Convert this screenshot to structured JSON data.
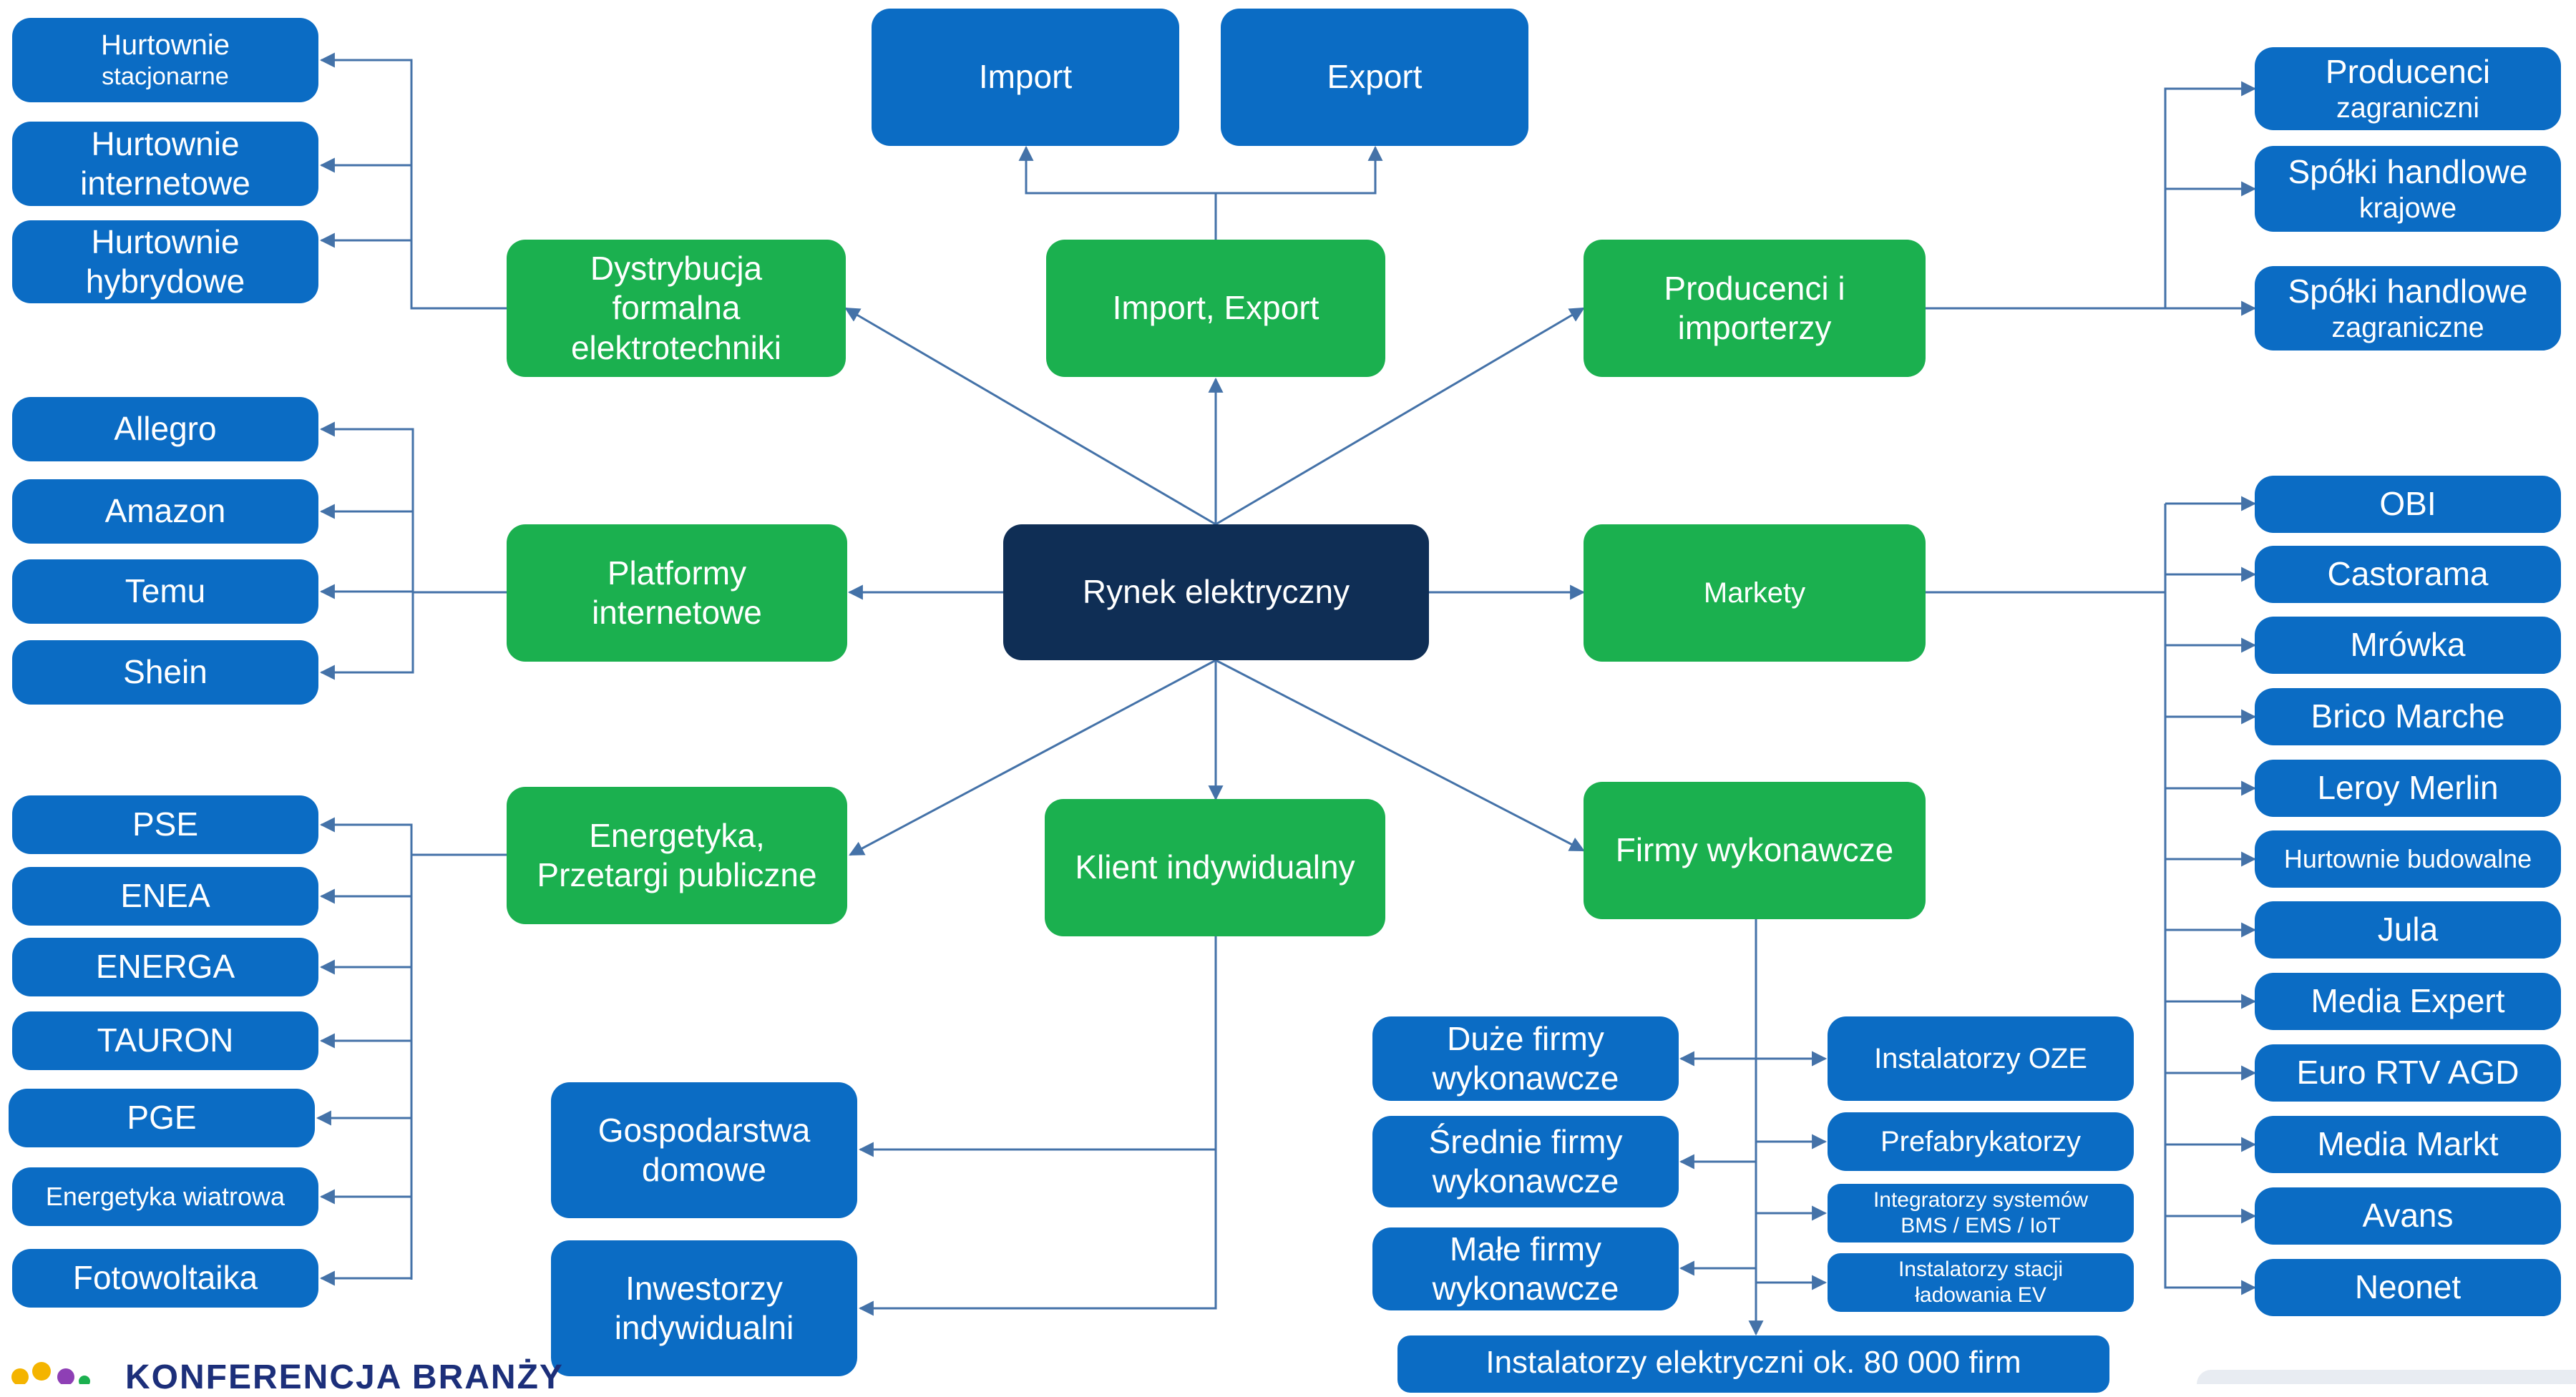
{
  "center": "Rynek elektryczny",
  "hubs": {
    "dystrybucja": [
      "Dystrybucja",
      "formalna",
      "elektrotechniki"
    ],
    "import_export": "Import, Export",
    "producenci": [
      "Producenci i",
      "importerzy"
    ],
    "platformy": [
      "Platformy",
      "internetowe"
    ],
    "markety": "Markety",
    "energetyka": [
      "Energetyka,",
      "Przetargi publiczne"
    ],
    "klient": "Klient indywidualny",
    "firmy": "Firmy wykonawcze"
  },
  "import_export_children": [
    "Import",
    "Export"
  ],
  "hurtownie": [
    [
      "Hurtownie",
      "stacjonarne"
    ],
    [
      "Hurtownie",
      "internetowe"
    ],
    [
      "Hurtownie",
      "hybrydowe"
    ]
  ],
  "producenci_children": [
    [
      "Producenci",
      "zagraniczni"
    ],
    [
      "Spółki handlowe",
      "krajowe"
    ],
    [
      "Spółki handlowe",
      "zagraniczne"
    ]
  ],
  "platforms": [
    "Allegro",
    "Amazon",
    "Temu",
    "Shein"
  ],
  "markets": [
    "OBI",
    "Castorama",
    "Mrówka",
    "Brico Marche",
    "Leroy Merlin",
    "Hurtownie budowalne",
    "Jula",
    "Media Expert",
    "Euro RTV AGD",
    "Media Markt",
    "Avans",
    "Neonet"
  ],
  "energy": [
    "PSE",
    "ENEA",
    "ENERGA",
    "TAURON",
    "PGE",
    "Energetyka wiatrowa",
    "Fotowoltaika"
  ],
  "klient_children": [
    [
      "Gospodarstwa",
      "domowe"
    ],
    [
      "Inwestorzy",
      "indywidualni"
    ]
  ],
  "firmy_left": [
    [
      "Duże firmy",
      "wykonawcze"
    ],
    [
      "Średnie firmy",
      "wykonawcze"
    ],
    [
      "Małe firmy",
      "wykonawcze"
    ]
  ],
  "firmy_right": [
    [
      "Instalatorzy OZE"
    ],
    [
      "Prefabrykatorzy"
    ],
    [
      "Integratorzy systemów",
      "BMS / EMS / IoT"
    ],
    [
      "Instalatorzy stacji",
      "ładowania EV"
    ]
  ],
  "firmy_bottom": "Instalatorzy elektryczni ok. 80 000 firm",
  "brand": "KONFERENCJA BRANŻY",
  "colors": {
    "center": "#0f2e55",
    "hub": "#1bb04f",
    "leaf": "#0b6cc4",
    "connector": "#4472a8"
  }
}
